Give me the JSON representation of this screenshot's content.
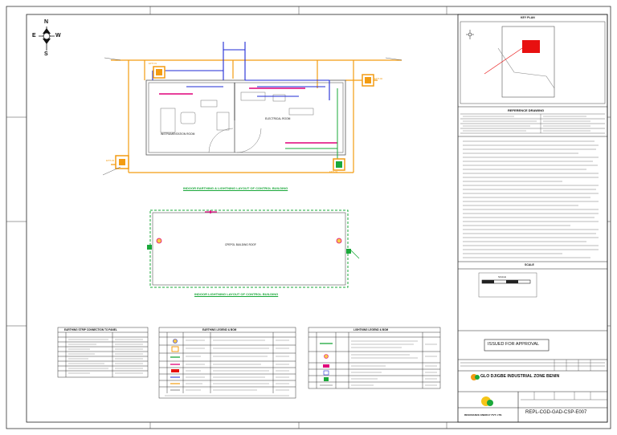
{
  "compass": {
    "n": "N",
    "e": "E",
    "w": "W",
    "s": "S"
  },
  "plan1": {
    "title": "INDOOR EARTHING & LIGHTNING LAYOUT OF CONTROL BUILDING",
    "rooms": [
      "INSTRUMENTATION ROOM",
      "ELECTRICAL ROOM"
    ],
    "pits": [
      "EPIT-01",
      "EPIT-02",
      "EPIT-03",
      "EPIT-04"
    ]
  },
  "plan2": {
    "title": "INDOOR LIGHTNING LAYOUT OF CONTROL BUILDING",
    "roof": "CPEPOL BUILDING ROOF"
  },
  "tables": {
    "strip": {
      "title": "EARTHING STRIP CONNECTION TO PANEL"
    },
    "earthing_legend": {
      "title": "EARTHING LEGEND & BOM"
    },
    "lightning_legend": {
      "title": "LIGHTNING LEGEND & BOM"
    }
  },
  "keyplan": {
    "title": "KEY PLAN"
  },
  "refdrawing": {
    "title": "REFERENCE DRAWING"
  },
  "scale": {
    "title": "SCALE",
    "label": "SCALE"
  },
  "status": {
    "issued": "ISSUED FOR APPROVAL"
  },
  "titleblock": {
    "project": "GLO DJIGBE INDUSTRIAL ZONE BENIN",
    "company": "RESONANCE ENERGY PVT. LTD.",
    "drawing_no": "REPL-CGD-GAD-CSP-E007"
  },
  "colors": {
    "earth": "#f39c12",
    "lightning": "#1aa83a",
    "conduit": "#1f2bd6",
    "panel": "#e0007a"
  }
}
